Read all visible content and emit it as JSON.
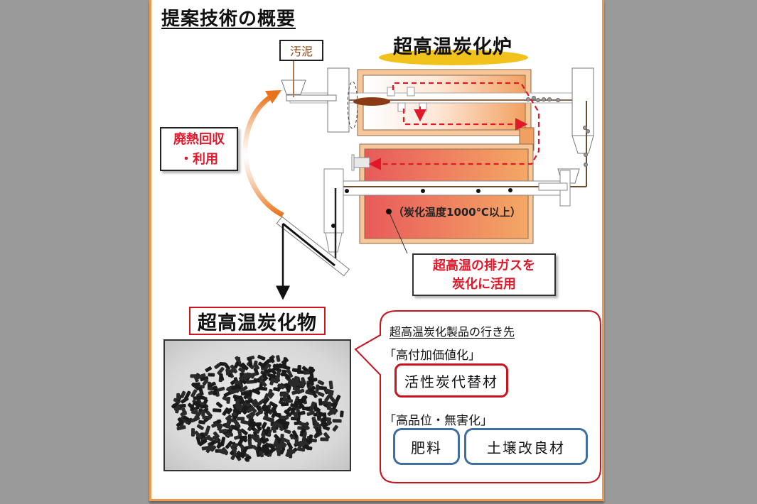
{
  "header": {
    "title": "提案技術の概要"
  },
  "input": {
    "label": "汚泥"
  },
  "furnace": {
    "title": "超高温炭化炉",
    "temperature_note": "（炭化温度1000℃以上）",
    "exhaust_callout": [
      "超高温の排ガスを",
      "炭化に活用"
    ]
  },
  "heat_recovery": {
    "lines": [
      "廃熱回収",
      "・利用"
    ]
  },
  "product": {
    "title": "超高温炭化物",
    "photo": "carbonized-pellets-photo"
  },
  "destinations": {
    "heading": "超高温炭化製品の行き先",
    "groups": [
      {
        "label": "「高付加価値化」",
        "items": [
          "活性炭代替材"
        ],
        "color": "#c8141f"
      },
      {
        "label": "「高品位・無害化」",
        "items": [
          "肥料",
          "土壌改良材"
        ],
        "color": "#3f6fa0"
      }
    ]
  },
  "colors": {
    "frame": "#ef9a4a",
    "accent_red": "#e0182a",
    "highlight_yellow": "#f2c21c",
    "arrow_orange": "#e8731a"
  }
}
